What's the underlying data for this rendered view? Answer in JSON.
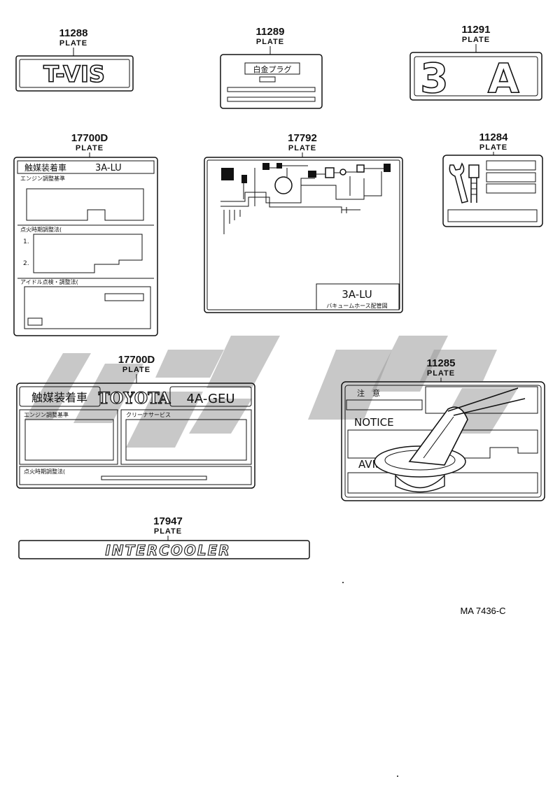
{
  "diagram_code": "MA 7436-C",
  "parts": [
    {
      "number": "11288",
      "name": "PLATE",
      "plate_text": "T-VIS"
    },
    {
      "number": "11289",
      "name": "PLATE",
      "plate_text": "白金プラグ"
    },
    {
      "number": "11291",
      "name": "PLATE",
      "plate_text": "3 A"
    },
    {
      "number": "17700D",
      "name": "PLATE",
      "plate_text": "触媒装着車",
      "engine": "3A-LU",
      "labels": [
        "エンジン調整基準",
        "点火時期調整法(",
        "1.",
        "2.",
        "アイドル点検・調整法("
      ]
    },
    {
      "number": "17792",
      "name": "PLATE",
      "engine": "3A-LU",
      "caption": "バキュームホース配管図"
    },
    {
      "number": "11284",
      "name": "PLATE"
    },
    {
      "number": "17700D",
      "name": "PLATE",
      "plate_text": "触媒装着車",
      "brand": "TOYOTA",
      "engine": "4A-GEU",
      "labels": [
        "エンジン調整基準",
        "クリーナサービス",
        "点火時期調整法("
      ]
    },
    {
      "number": "11285",
      "name": "PLATE",
      "caution": "注　意",
      "notice": "NOTICE",
      "avis": "AVIS"
    },
    {
      "number": "17947",
      "name": "PLATE",
      "plate_text": "INTERCOOLER"
    }
  ]
}
